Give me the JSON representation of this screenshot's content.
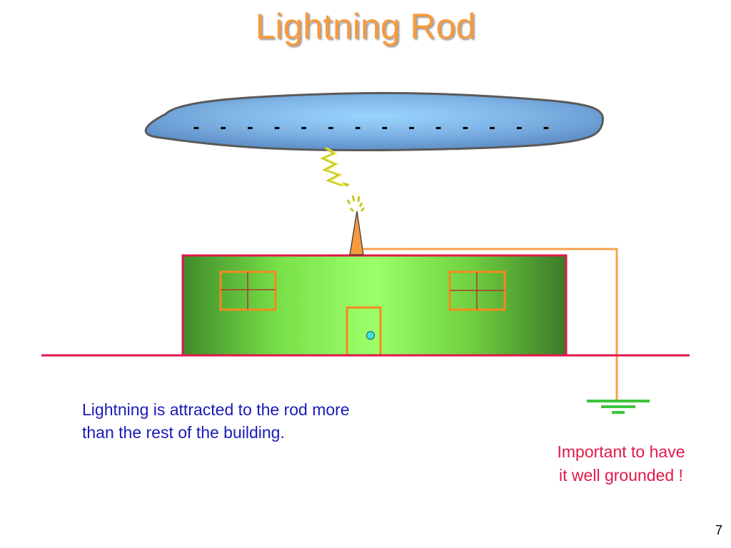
{
  "slide": {
    "title": "Lightning Rod",
    "caption_lines": [
      "Lightning is attracted to the rod more",
      "than the rest of the building."
    ],
    "note_lines": [
      "Important to have",
      "it well grounded !"
    ],
    "page_number": "7"
  },
  "cloud": {
    "charges": [
      "-",
      "-",
      "-",
      "-",
      "-",
      "-",
      "-",
      "-",
      "-",
      "-",
      "-",
      "-",
      "-",
      "-"
    ],
    "color": "#7aaee0"
  },
  "colors": {
    "title": "#f79a3e",
    "caption": "#1a1ab8",
    "note": "#e01a4a",
    "building": "#7fe84a",
    "building_outline": "#e0174a",
    "ground_line": "#e0174a",
    "rod": "#f79a3e",
    "wire": "#f7a04a",
    "earth_symbol": "#3dc43d",
    "lightning": "#c8c820",
    "door_knob": "#3fe0e0"
  },
  "icons": {
    "lightning_bolt": "zigzag-bolt-icon",
    "ground_symbol": "earth-ground-icon",
    "rod_spark": "spark-icon"
  }
}
